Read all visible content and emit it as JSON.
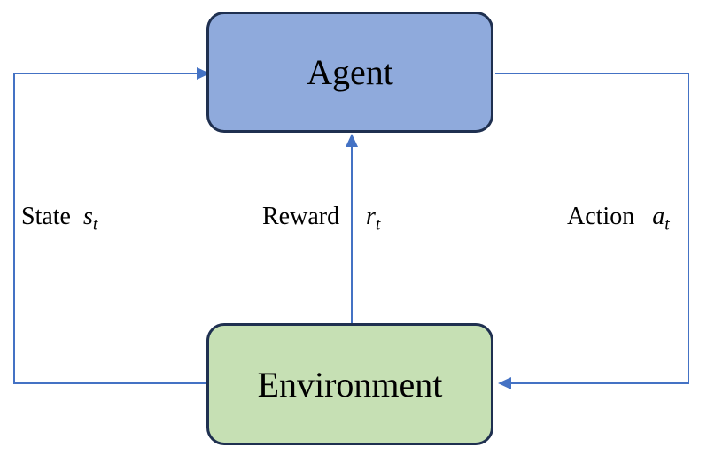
{
  "colors": {
    "background": "#FFFFFF",
    "text": "#000000",
    "arrow": "#4472C4",
    "node_border": "#1F3050",
    "agent_fill": "#8FAADC",
    "environment_fill": "#C6E0B4"
  },
  "nodes": {
    "agent": {
      "label": "Agent"
    },
    "environment": {
      "label": "Environment"
    }
  },
  "edges": {
    "state": {
      "from": "environment",
      "to": "agent",
      "label": "State",
      "symbol": "s",
      "subscript": "t"
    },
    "reward": {
      "from": "environment",
      "to": "agent",
      "label": "Reward",
      "symbol": "r",
      "subscript": "t"
    },
    "action": {
      "from": "agent",
      "to": "environment",
      "label": "Action",
      "symbol": "a",
      "subscript": "t"
    }
  }
}
